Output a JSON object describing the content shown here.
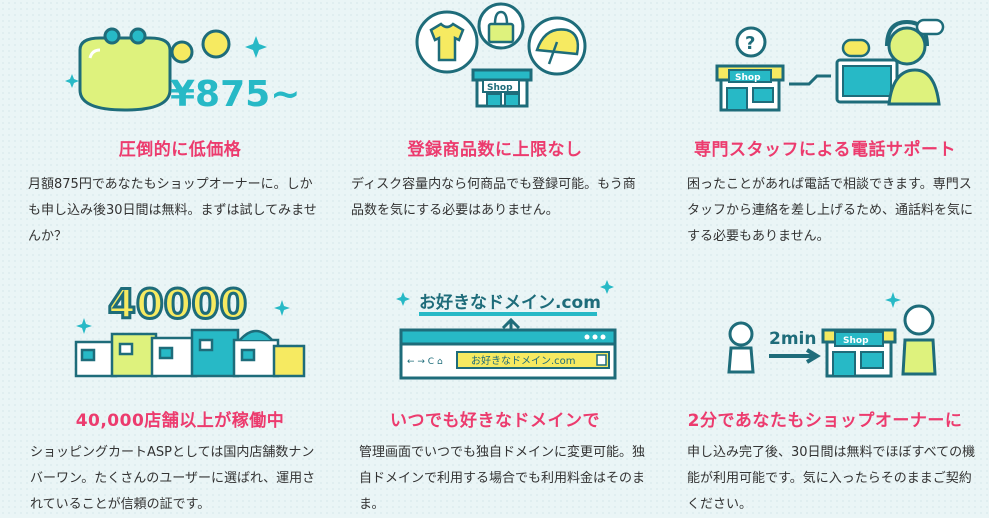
{
  "features": [
    {
      "price_text": "¥875~",
      "title": "圧倒的に低価格",
      "desc": "月額875円であなたもショップオーナーに。しかも申し込み後30日間は無料。まずは試してみませんか？"
    },
    {
      "shop_sign": "Shop",
      "title": "登録商品数に上限なし",
      "desc": "ディスク容量内なら何商品でも登録可能。もう商品数を気にする必要はありません。"
    },
    {
      "shop_sign": "Shop",
      "question_mark": "?",
      "title": "専門スタッフによる電話サポート",
      "desc": "困ったことがあれば電話で相談できます。専門スタッフから連絡を差し上げるため、通話料を気にする必要もありません。"
    },
    {
      "count_text": "40000",
      "title": "40,000店舗以上が稼働中",
      "desc": "ショッピングカートASPとしては国内店舗数ナンバーワン。たくさんのユーザーに選ばれ、運用されていることが信頼の証です。"
    },
    {
      "domain_big": "お好きなドメイン.com",
      "domain_bar": "お好きなドメイン.com",
      "nav_glyphs": "← → C ⌂",
      "title": "いつでも好きなドメインで",
      "desc": "管理画面でいつでも独自ドメインに変更可能。独自ドメインで利用する場合でも利用料金はそのまま。"
    },
    {
      "time_text": "2min",
      "shop_sign": "Shop",
      "title": "2分であなたもショップオーナーに",
      "desc": "申し込み完了後、30日間は無料でほぼすべての機能が利用可能です。気に入ったらそのままご契約ください。"
    }
  ],
  "colors": {
    "accent_pink": "#ec3b6e",
    "teal": "#27b9c6",
    "yellow": "#f6ea61",
    "lime": "#def27d",
    "dark_outline": "#1e6c7a"
  }
}
